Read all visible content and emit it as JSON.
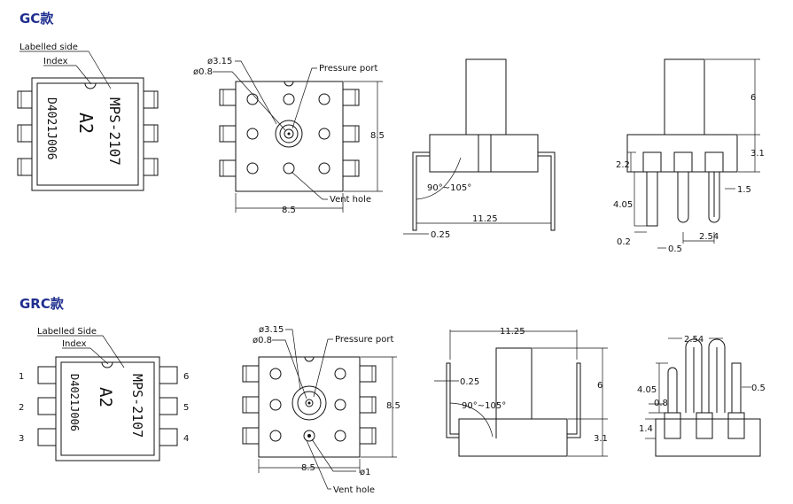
{
  "sections": {
    "gc": {
      "title": "GC款",
      "labelled_side": "Labelled side",
      "index": "Index",
      "marking_line1": "MPS-2107",
      "marking_line2": "A2",
      "marking_line3": "D4021J006",
      "dia_outer": "ø3.15",
      "dia_inner": "ø0.8",
      "pressure_port": "Pressure port",
      "vent_hole": "Vent hole",
      "dim_width": "8.5",
      "dim_height": "8.5",
      "angle": "90°~105°",
      "dim_length": "11.25",
      "dim_lead_thick": "0.25",
      "dim_6": "6",
      "dim_3_1": "3.1",
      "dim_2_2": "2.2",
      "dim_1_5": "1.5",
      "dim_4_05": "4.05",
      "dim_0_2": "0.2",
      "dim_2_54": "2.54",
      "dim_0_5": "0.5"
    },
    "grc": {
      "title": "GRC款",
      "labelled_side": "Labelled Side",
      "index": "Index",
      "marking_line1": "MPS-2107",
      "marking_line2": "A2",
      "marking_line3": "D4021J006",
      "pins": [
        "1",
        "2",
        "3",
        "6",
        "5",
        "4"
      ],
      "dia_outer": "ø3.15",
      "dia_inner": "ø0.8",
      "pressure_port": "Pressure port",
      "vent_hole": "Vent hole",
      "dia_vent": "ø1",
      "dim_width": "8.5",
      "dim_height": "8.5",
      "dim_length": "11.25",
      "dim_lead_thick": "0.25",
      "angle": "90°~105°",
      "dim_6": "6",
      "dim_3_1": "3.1",
      "dim_2_54": "2.54",
      "dim_4_05": "4.05",
      "dim_0_8": "0.8",
      "dim_1_4": "1.4",
      "dim_0_5": "0.5"
    }
  }
}
